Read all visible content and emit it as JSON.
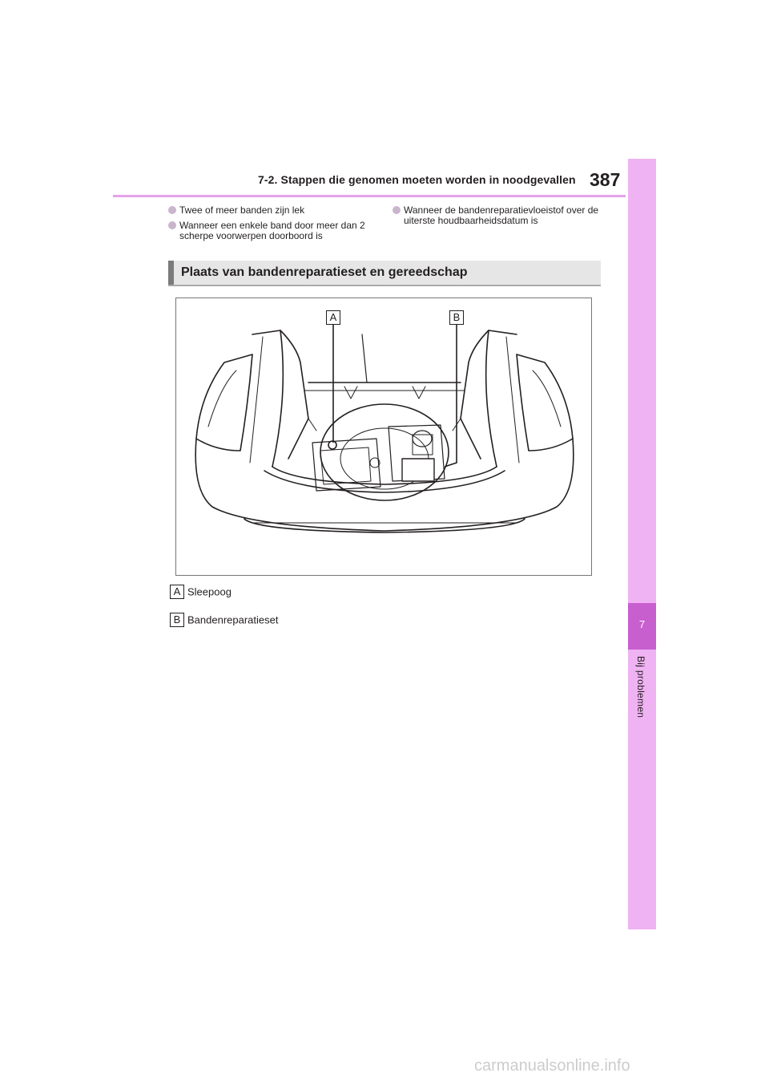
{
  "header": {
    "section_title": "7-2. Stappen die genomen moeten worden in noodgevallen",
    "page_number": "387",
    "accent_color": "#e4a4ea"
  },
  "side_tab": {
    "chapter_number": "7",
    "chapter_label": "Bij problemen",
    "tab_color": "#efb2f2",
    "active_color": "#c85fcf"
  },
  "bullets_left": [
    "Twee of meer banden zijn lek",
    "Wanneer een enkele band door meer dan 2 scherpe voorwerpen doorboord is"
  ],
  "bullets_right": [
    "Wanneer de bandenreparatievloeistof over de uiterste houdbaarheidsdatum is"
  ],
  "section": {
    "heading": "Plaats van bandenreparatieset en gereedschap"
  },
  "figure": {
    "callouts": [
      "A",
      "B"
    ]
  },
  "legend": [
    {
      "key": "A",
      "label": "Sleepoog"
    },
    {
      "key": "B",
      "label": "Bandenreparatieset"
    }
  ],
  "footer": {
    "watermark": "carmanualsonline.info"
  }
}
